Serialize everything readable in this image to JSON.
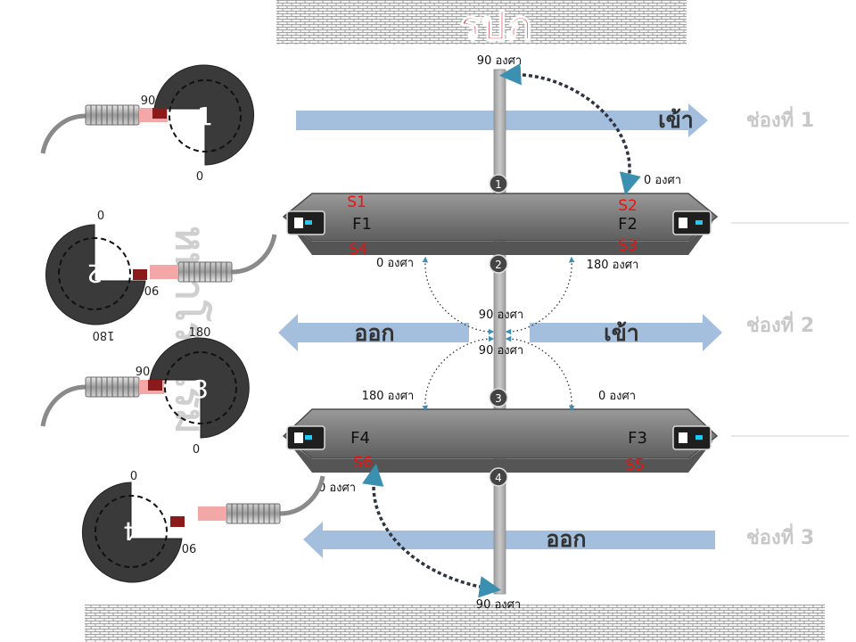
{
  "title": "รปภ",
  "lanes": [
    {
      "label": "ช่องที่ 1",
      "directions": [
        "เข้า"
      ]
    },
    {
      "label": "ช่องที่ 2",
      "directions": [
        "ออก",
        "เข้า"
      ]
    },
    {
      "label": "ช่องที่ 3",
      "directions": [
        "ออก"
      ]
    }
  ],
  "side_label": "หน้าโรงแรม",
  "gates": [
    {
      "number": "1",
      "marks": [
        "90",
        "0"
      ]
    },
    {
      "number": "2",
      "marks": [
        "0",
        "90",
        "180"
      ]
    },
    {
      "number": "3",
      "marks": [
        "90",
        "180",
        "0"
      ]
    },
    {
      "number": "4",
      "marks": [
        "0",
        "90"
      ]
    }
  ],
  "pole_numbers": [
    "1",
    "2",
    "3",
    "4"
  ],
  "angle_labels": {
    "top": "90 องศา",
    "s2": "0 องศา",
    "left_upper": "0 องศา",
    "right_upper": "180 องศา",
    "center_upper": "90 องศา",
    "center_lower": "90 องศา",
    "left_lower": "180 องศา",
    "right_lower": "0 องศา",
    "s6": "0 องศา",
    "bottom": "90 องศา"
  },
  "sensors": [
    "S1",
    "S2",
    "S3",
    "S4",
    "S5",
    "S6"
  ],
  "islands": [
    {
      "left": "F1",
      "right": "F2"
    },
    {
      "left": "F4",
      "right": "F3"
    }
  ],
  "colors": {
    "arrow": "#a4bfdd",
    "sensor_red": "#ee1111",
    "title_red": "#c1121f",
    "lane_label": "#c8c8c8",
    "island": "#7a7a7a",
    "gate_dark": "#3a3a3a"
  }
}
